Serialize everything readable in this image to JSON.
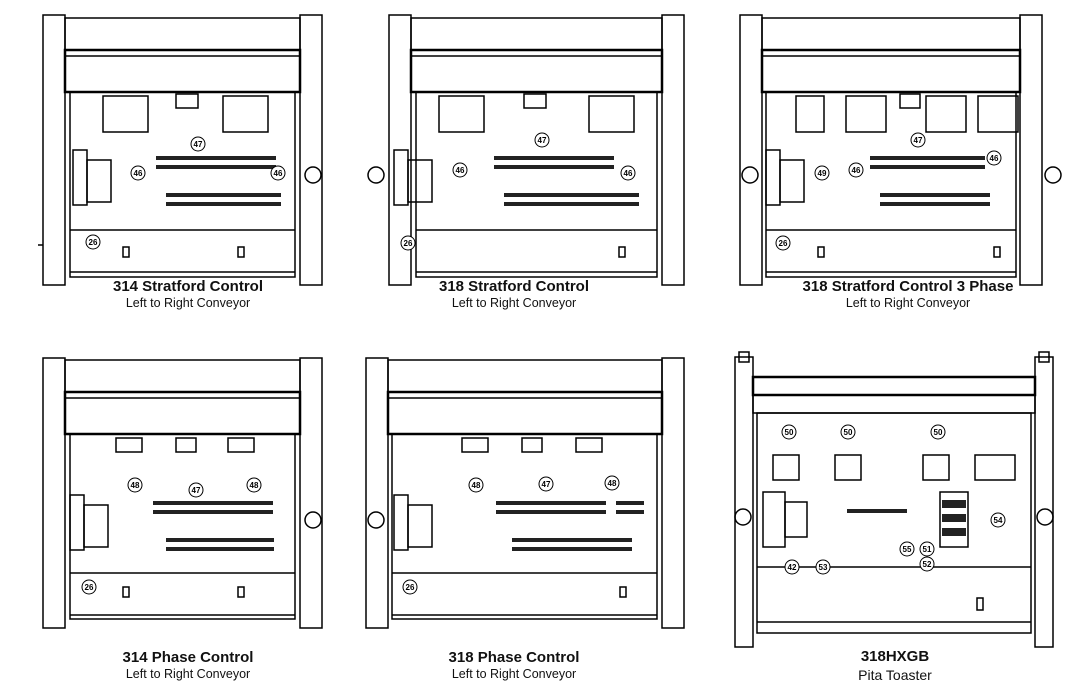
{
  "panels": [
    {
      "title": "314 Stratford Control",
      "subtitle": "Left to Right Conveyor",
      "callouts": [
        "46",
        "47",
        "46",
        "26"
      ]
    },
    {
      "title": "318 Stratford Control",
      "subtitle": "Left to Right Conveyor",
      "callouts": [
        "46",
        "47",
        "46",
        "26"
      ]
    },
    {
      "title": "318 Stratford Control 3 Phase",
      "subtitle": "Left to Right Conveyor",
      "callouts": [
        "49",
        "46",
        "47",
        "46",
        "26"
      ]
    },
    {
      "title": "314 Phase Control",
      "subtitle": "Left to Right Conveyor",
      "callouts": [
        "48",
        "47",
        "48",
        "26"
      ]
    },
    {
      "title": "318 Phase Control",
      "subtitle": "Left to Right Conveyor",
      "callouts": [
        "48",
        "47",
        "48",
        "26"
      ]
    },
    {
      "title": "318HXGB",
      "subtitle": "Pita Toaster",
      "callouts": [
        "50",
        "50",
        "50",
        "54",
        "42",
        "53",
        "55",
        "51",
        "52"
      ]
    }
  ]
}
